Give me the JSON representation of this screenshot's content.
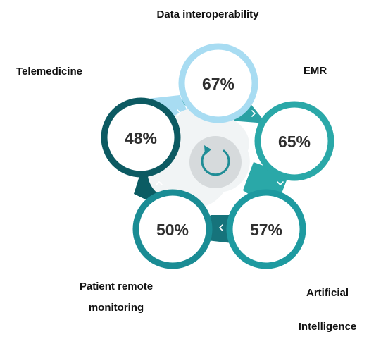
{
  "cycle": {
    "nodes": [
      {
        "label": "Data interoperability",
        "value": "67%",
        "color": "#a8dcf2"
      },
      {
        "label": "EMR",
        "value": "65%",
        "color": "#2aa8a8"
      },
      {
        "label": "Artificial Intelligence",
        "value": "57%",
        "color": "#1e9aa0"
      },
      {
        "label": "Patient remote monitoring",
        "value": "50%",
        "color": "#1a8c94"
      },
      {
        "label": "Telemedicine",
        "value": "48%",
        "color": "#0c5a62"
      }
    ],
    "center_icon": "refresh-cycle-icon"
  }
}
